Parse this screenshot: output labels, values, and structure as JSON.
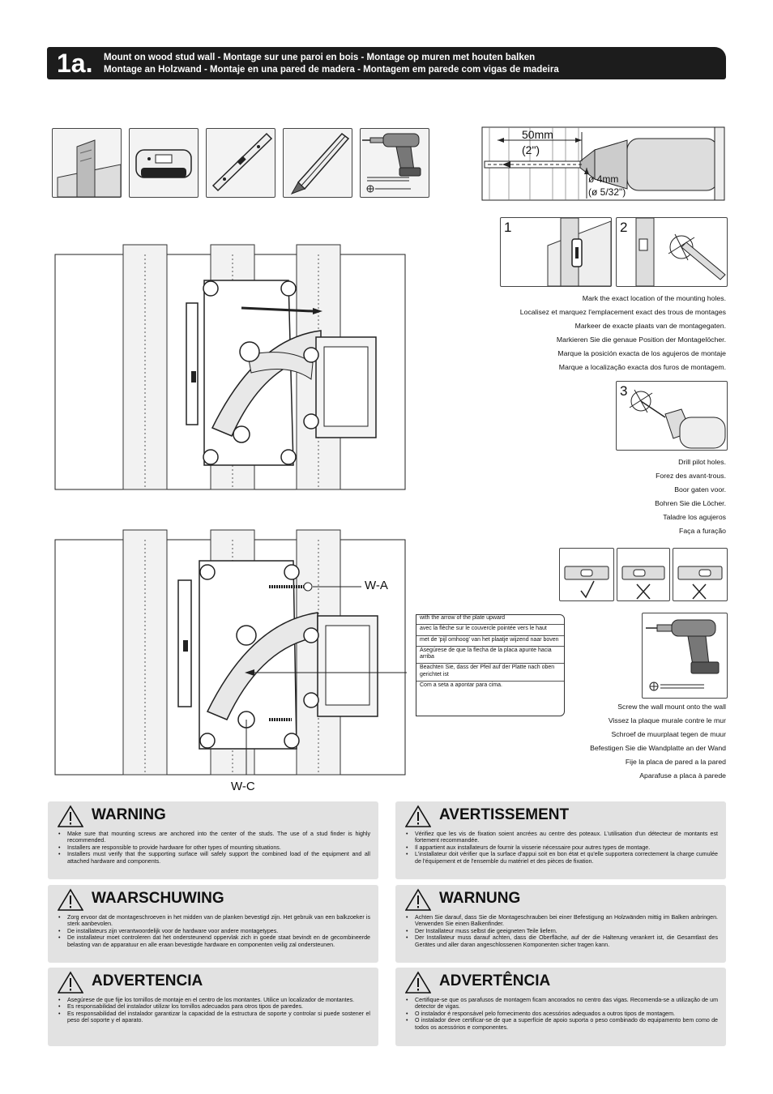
{
  "header": {
    "step": "1a.",
    "line1": "Mount on wood stud wall - Montage sur une paroi en bois - Montage op muren met houten balken",
    "line2": "Montage an Holzwand - Montaje en una pared de madera - Montagem em parede com vigas de madeira"
  },
  "drill_detail": {
    "depth": "50mm",
    "depth_in": "(2\")",
    "diameter": "ø 4mm",
    "diameter_in": "(ø 5/32\")"
  },
  "steps": {
    "s1": "1",
    "s2": "2",
    "s3": "3"
  },
  "mark_text": [
    "Mark the exact location of the mounting holes.",
    "Localisez et marquez l'emplacement exact des trous de montages",
    "Markeer de exacte plaats van de montagegaten.",
    "Markieren Sie die genaue Position der Montagelöcher.",
    "Marque la posición exacta de los agujeros de montaje",
    "Marque a localização exacta dos furos de montagem."
  ],
  "drill_text": [
    "Drill pilot holes.",
    "Forez des avant-trous.",
    "Boor gaten voor.",
    "Bohren Sie die Löcher.",
    "Taladre los agujeros",
    "Faça a furação"
  ],
  "screw_text": [
    "Screw the wall mount onto the wall",
    "Vissez la plaque murale contre le mur",
    "Schroef de muurplaat tegen de muur",
    "Befestigen Sie die Wandplatte an der Wand",
    "Fije la placa de pared a la pared",
    "Aparafuse a placa à parede"
  ],
  "callout": [
    "with the arrow of the plate upward",
    "avec la flèche sur le couvercle pointée vers le haut",
    "met de 'pijl omhoog' van het plaatje wijzend naar boven",
    "Asegúrese de que la flecha de la placa apunte hacia arriba",
    "Beachten Sie, dass der Pfeil auf der Platte nach oben gerichtet ist",
    "Com a seta a apontar para cima."
  ],
  "labels": {
    "wa": "W-A",
    "wc": "W-C"
  },
  "warnings": [
    {
      "title": "WARNING",
      "items": [
        "Make sure that mounting screws are anchored into the center of the studs. The use of a stud finder is highly recommended.",
        "Installers are responsible to provide hardware for other types of mounting situations.",
        "Installers must verify that the supporting surface will safely support the combined load of the equipment and all attached hardware and components."
      ]
    },
    {
      "title": "AVERTISSEMENT",
      "items": [
        "Vérifiez que les vis de fixation soient ancrées au centre des poteaux. L'utilisation d'un détecteur de montants est fortement recommandée.",
        "Il appartient aux installateurs de fournir la visserie nécessaire pour autres types de montage.",
        "L'installateur doit vérifier que la surface d'appui soit en bon état et qu'elle supportera correctement la charge cumulée de l'équipement et de l'ensemble du matériel et des pièces de fixation."
      ]
    },
    {
      "title": "WAARSCHUWING",
      "items": [
        "Zorg ervoor dat de montageschroeven in het midden van de planken bevestigd zijn. Het gebruik van een balkzoeker is sterk aanbevolen.",
        "De installateurs zijn verantwoordelijk voor de hardware voor andere montagetypes.",
        "De installateur moet controleren dat het ondersteunend oppervlak zich in goede staat bevindt en de gecombineerde belasting van de apparatuur en alle eraan bevestigde hardware en componenten veilig zal ondersteunen."
      ]
    },
    {
      "title": "WARNUNG",
      "items": [
        "Achten Sie darauf, dass Sie die Montageschrauben bei einer Befestigung an Holzwänden mittig im Balken anbringen. Verwenden Sie einen Balkenfinder.",
        "Der Installateur muss selbst die geeigneten Teile liefern.",
        "Der Installateur muss darauf achten, dass die Oberfläche, auf der die Halterung verankert ist, die Gesamtlast des Gerätes und aller daran angeschlossenen Komponenten sicher tragen kann."
      ]
    },
    {
      "title": "ADVERTENCIA",
      "items": [
        "Asegúrese de que fije los tornillos de montaje en el centro de los montantes. Utilice un localizador de montantes.",
        "Es responsabilidad del instalador utilizar los tornillos adecuados para otros tipos de paredes.",
        "Es responsabilidad del instalador garantizar la capacidad de la estructura de soporte y controlar si puede sostener el peso del soporte y el aparato."
      ]
    },
    {
      "title": "ADVERTÊNCIA",
      "items": [
        "Certifique-se que os parafusos de montagem ficam ancorados no centro das vigas. Recomenda-se a utilização de um detector de vigas.",
        "O instalador é responsável pelo fornecimento dos acessórios adequados a outros tipos de montagem.",
        "O instalador deve certificar-se de que a superfície de apoio suporta o peso combinado do equipamento bem como de todos os acessórios e componentes."
      ]
    }
  ]
}
